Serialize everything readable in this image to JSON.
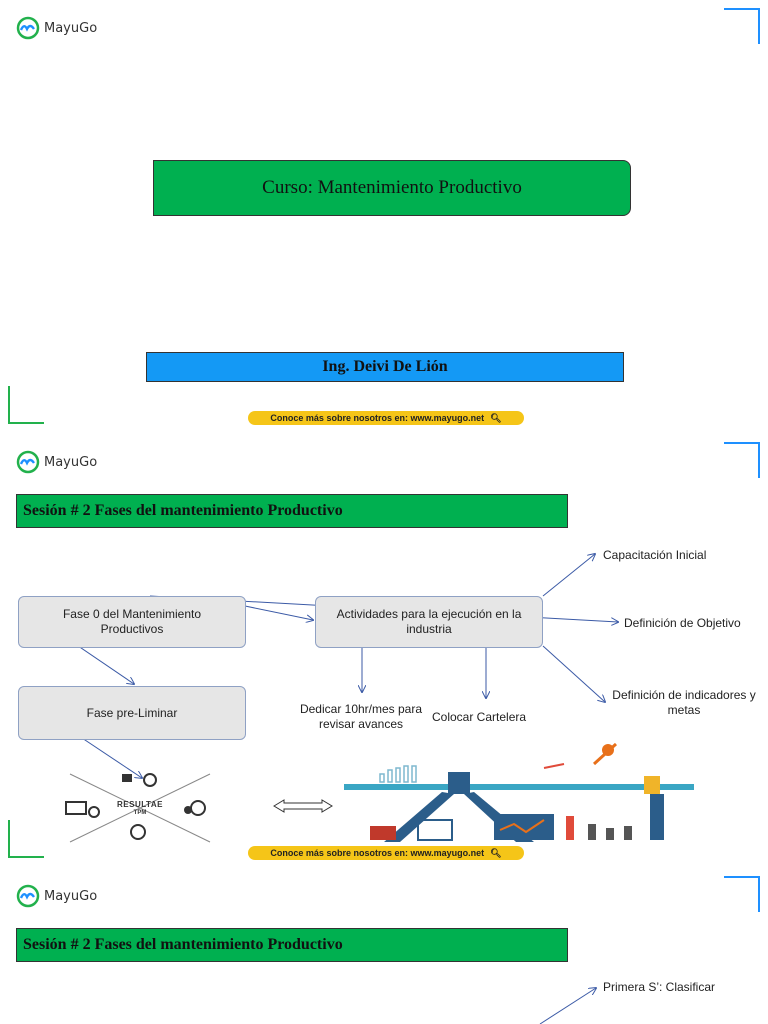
{
  "brand": {
    "name": "MayuGo",
    "accent": "#1e90ff",
    "green": "#22b14c"
  },
  "slide1": {
    "title": "Curso: Mantenimiento Productivo",
    "author": "Ing. Deivi De Lión",
    "banner": "Conoce más sobre nosotros en: www.mayugo.net"
  },
  "slide2": {
    "session": "Sesión # 2 Fases del mantenimiento Productivo",
    "box_fase0": "Fase 0 del  Mantenimiento Productivos",
    "box_actividades": "Actividades para la ejecución en la industria",
    "box_preliminar": "Fase pre-Liminar",
    "capacitacion": "Capacitación Inicial",
    "definicion_objetivo": "Definición de Objetivo",
    "definicion_indicadores": "Definición de indicadores y metas",
    "dedicar": "Dedicar 10hr/mes para revisar avances",
    "cartelera": "Colocar Cartelera",
    "diagram_label": "RESULTAE",
    "diagram_sub": "TPM",
    "banner": "Conoce más sobre nosotros en: www.mayugo.net"
  },
  "slide3": {
    "session": "Sesión # 2 Fases del mantenimiento Productivo",
    "primera": "Primera S’: Clasificar"
  }
}
